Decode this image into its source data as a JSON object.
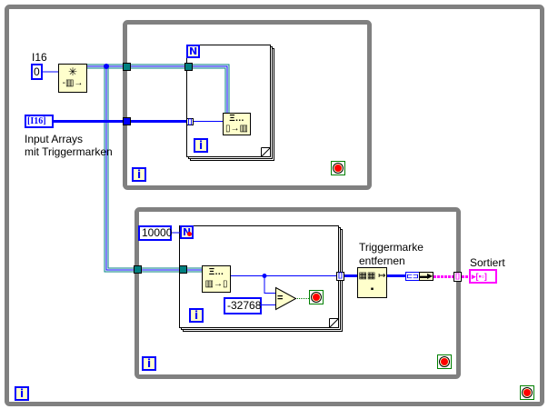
{
  "diagram": {
    "title": "LabVIEW block diagram: Queue producer/consumer with sort",
    "left": {
      "const_label": "I16",
      "queue_size_value": "0",
      "obtain_queue_icon_top": "✳",
      "obtain_queue_icon_bottom": "-▥→",
      "input_array_control": "[I16]",
      "input_array_label_line1": "Input Arrays",
      "input_array_label_line2": "mit Triggermarken"
    },
    "top_loop": {
      "for_count_terminal": "N",
      "for_iteration_terminal": "i",
      "while_iteration_terminal": "i",
      "enqueue_icon_top": "Ξ…",
      "enqueue_icon_bottom": "▯→▥",
      "index_tunnel": "[]"
    },
    "bottom_loop": {
      "iterations_value": "10000",
      "for_count_terminal": "N",
      "for_iteration_terminal": "i",
      "while_iteration_terminal": "i",
      "dequeue_icon_top": "Ξ…",
      "dequeue_icon_bottom": "▥→▯",
      "sentinel_value": "-32768",
      "compare_op": "=",
      "output_tunnel": "[]",
      "subvi_label_line1": "Triggermarke",
      "subvi_label_line2": "entfernen",
      "subvi_icon": "▦▦ ↦ ▪",
      "convert_node": "⊏⊐",
      "bundle_node": "▬▶",
      "while_output_tunnel": "[]",
      "output_indicator": "▸[▪▫]",
      "output_label": "Sortiert"
    },
    "outer_loop": {
      "while_iteration_terminal": "i"
    },
    "colors": {
      "structure_frame": "#808080",
      "int_wire": "#0000ff",
      "refnum_wire": "#008080",
      "cluster_wire": "#ff00ff",
      "boolean_wire": "#008000",
      "function_fill": "#ffffcc",
      "stop_red": "#ff0000"
    }
  }
}
